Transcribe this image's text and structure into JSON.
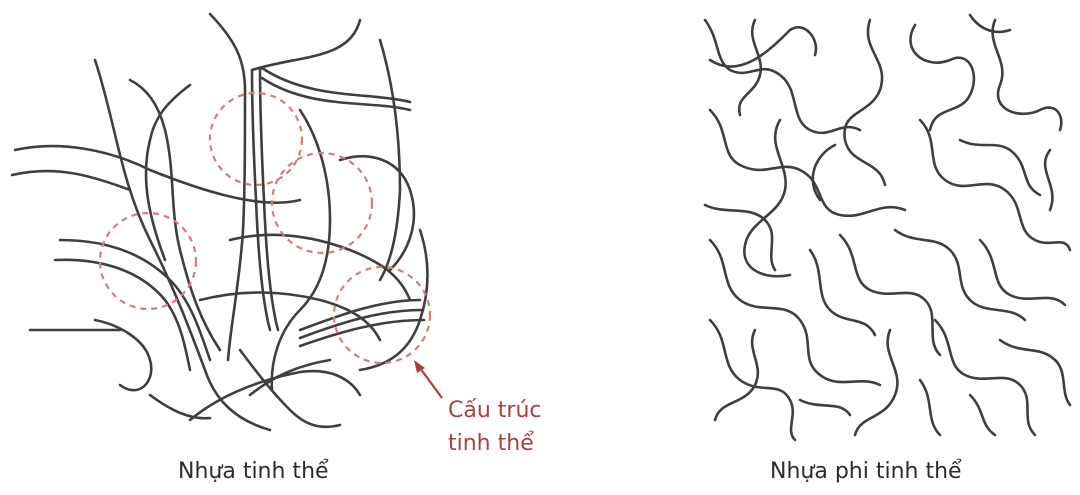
{
  "left_panel": {
    "caption": "Nhựa tinh thể",
    "annotation_line1": "Cấu trúc",
    "annotation_line2": "tinh thể"
  },
  "right_panel": {
    "caption": "Nhựa phi tinh thể"
  },
  "colors": {
    "chain": "#3f3f3f",
    "crystal_circle": "#d97b7b",
    "annotation": "#a5413f"
  }
}
